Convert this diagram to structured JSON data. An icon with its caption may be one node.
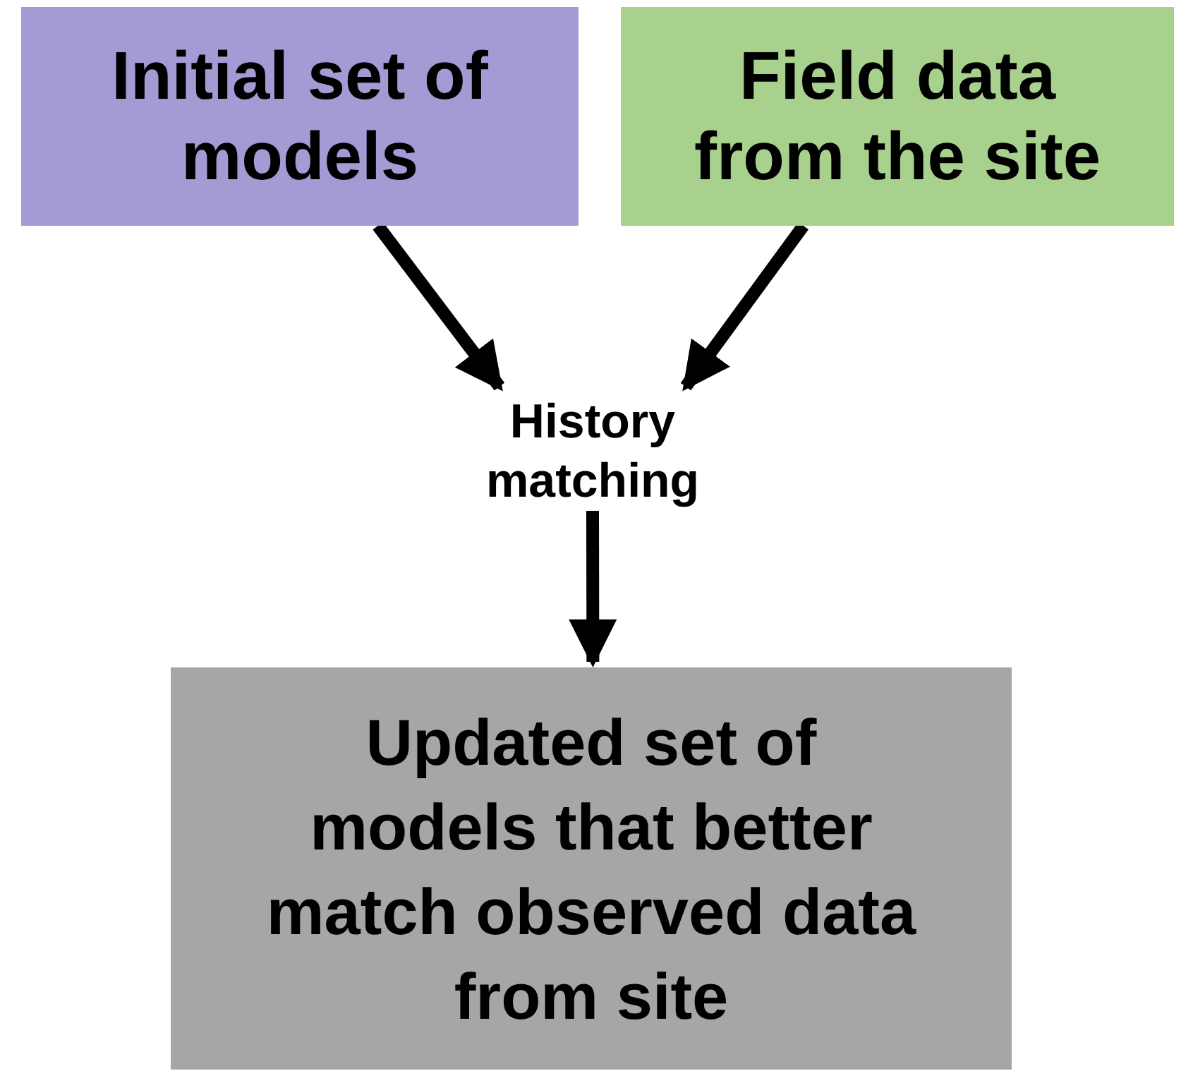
{
  "diagram": {
    "nodes": [
      {
        "text": [
          "Initial set of models"
        ]
      },
      {
        "text": [
          "Field data from the site"
        ]
      },
      {
        "text": [
          "History matching"
        ]
      },
      {
        "text": [
          "Updated set of models that better match observed data from site"
        ]
      }
    ],
    "edges": [
      {
        "from": 0,
        "to": 2,
        "arrow": "to"
      },
      {
        "from": 1,
        "to": 2,
        "arrow": "to"
      },
      {
        "from": 2,
        "to": 3,
        "arrow": "to"
      }
    ]
  }
}
